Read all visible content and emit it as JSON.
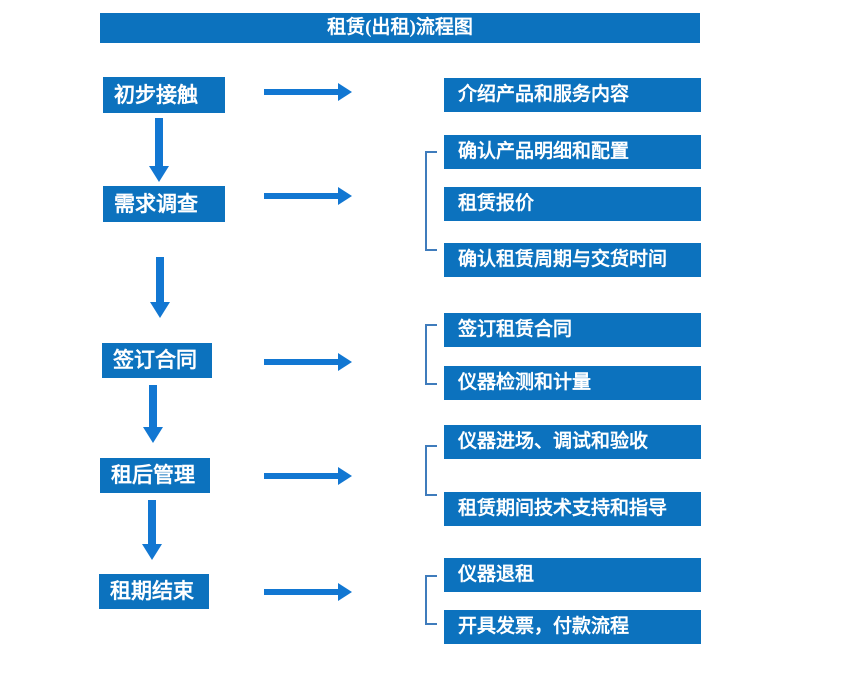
{
  "title": "租赁(出租)流程图",
  "colors": {
    "accent": "#0C72BE",
    "arrow": "#1277D2",
    "bracket": "#3F7CBC",
    "box_text": "#FFFFFF",
    "background": "#FFFFFF"
  },
  "stages": [
    {
      "label": "初步接触",
      "details": [
        "介绍产品和服务内容"
      ]
    },
    {
      "label": "需求调查",
      "details": [
        "确认产品明细和配置",
        "租赁报价",
        "确认租赁周期与交货时间"
      ]
    },
    {
      "label": "签订合同",
      "details": [
        "签订租赁合同",
        "仪器检测和计量"
      ]
    },
    {
      "label": "租后管理",
      "details": [
        "仪器进场、调试和验收",
        "租赁期间技术支持和指导"
      ]
    },
    {
      "label": "租期结束",
      "details": [
        "仪器退租",
        "开具发票，付款流程"
      ]
    }
  ]
}
